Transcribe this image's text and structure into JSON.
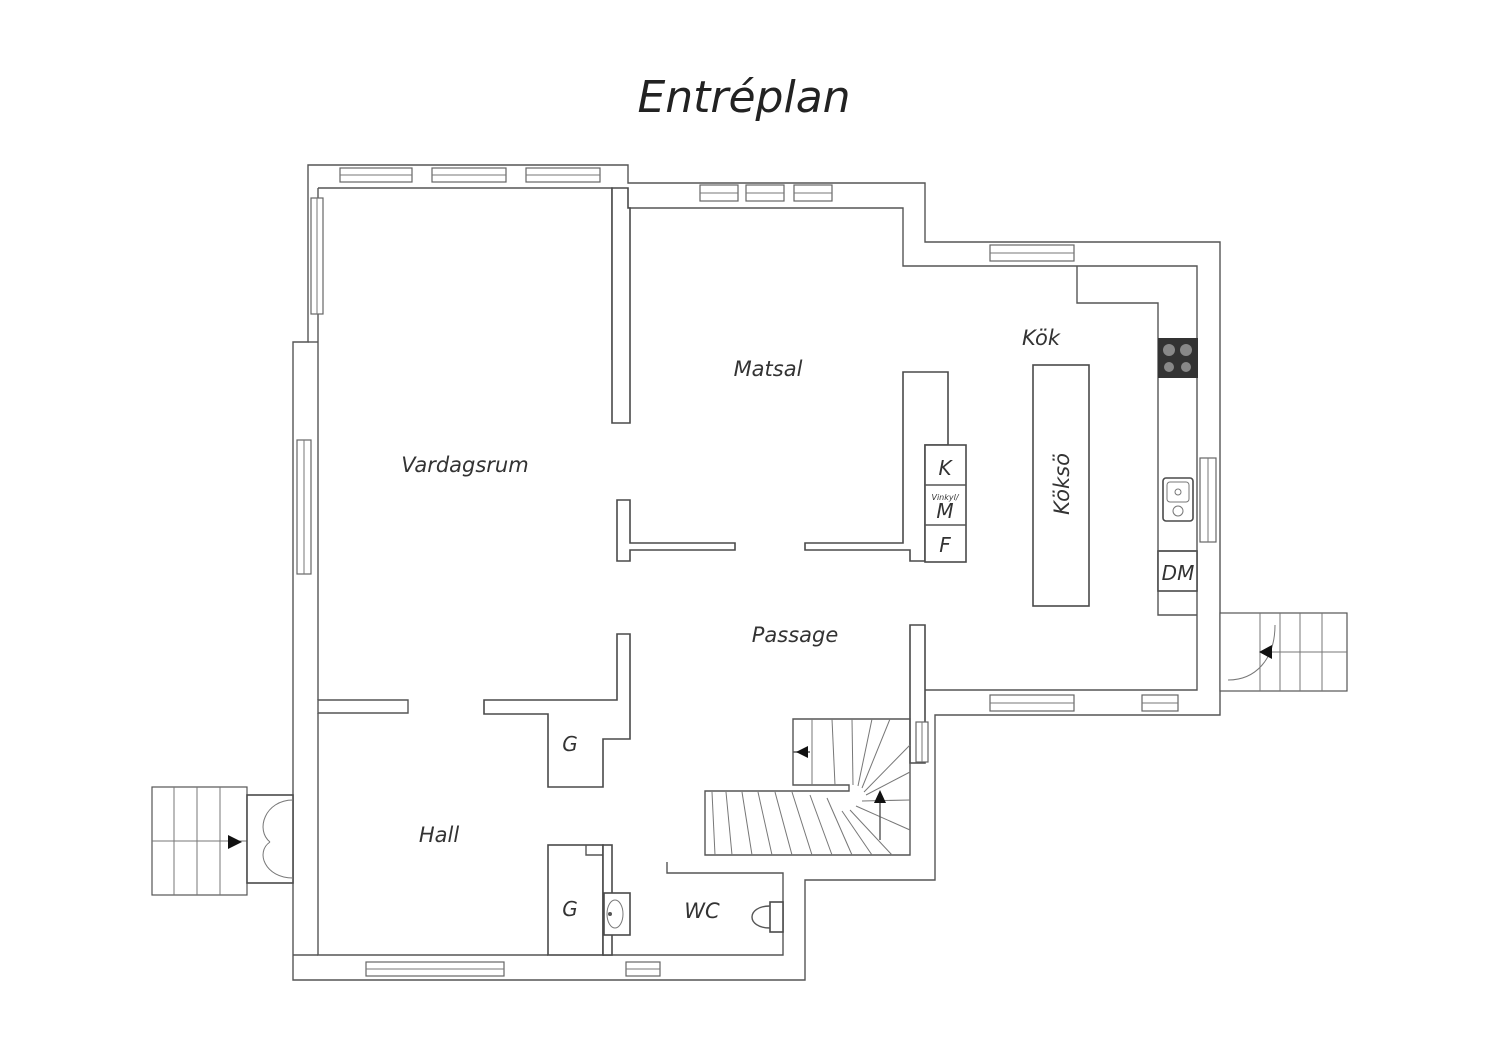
{
  "title": "Entréplan",
  "rooms": {
    "vardagsrum": "Vardagsrum",
    "matsal": "Matsal",
    "kok": "Kök",
    "kokso": "Köksö",
    "passage": "Passage",
    "hall": "Hall",
    "wc": "WC"
  },
  "fixtures": {
    "k": "K",
    "vinkyl": "Vinkyl/",
    "m": "M",
    "f": "F",
    "dm": "DM",
    "g_upper": "G",
    "g_lower": "G"
  },
  "icons": [
    "stove-icon",
    "sink-icon",
    "toilet-icon",
    "washbasin-icon",
    "arrow-right-icon",
    "arrow-left-icon",
    "arrow-up-icon"
  ]
}
